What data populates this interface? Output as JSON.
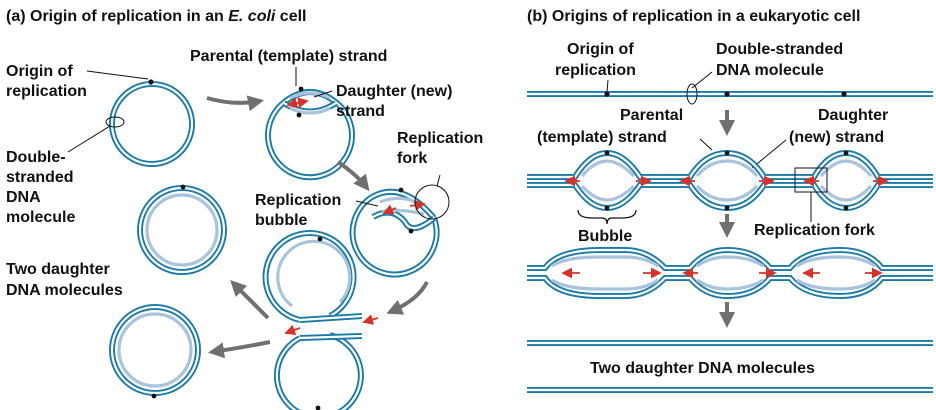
{
  "panel_a": {
    "title_prefix": "(a) Origin of replication in an ",
    "title_italic": "E. coli",
    "title_suffix": " cell",
    "labels": {
      "origin_line1": "Origin of",
      "origin_line2": "replication",
      "double_line1": "Double-",
      "double_line2": "stranded",
      "double_line3": "DNA",
      "double_line4": "molecule",
      "parental": "Parental (template) strand",
      "daughter_line1": "Daughter (new)",
      "daughter_line2": "strand",
      "fork_line1": "Replication",
      "fork_line2": "fork",
      "bubble_line1": "Replication",
      "bubble_line2": "bubble",
      "two_line1": "Two daughter",
      "two_line2": "DNA molecules"
    }
  },
  "panel_b": {
    "title": "(b) Origins of replication in a eukaryotic cell",
    "labels": {
      "origin_line1": "Origin of",
      "origin_line2": "replication",
      "double_line1": "Double-stranded",
      "double_line2": "DNA molecule",
      "parental_line1": "Parental",
      "parental_line2": "(template) strand",
      "daughter_line1": "Daughter",
      "daughter_line2": "(new) strand",
      "bubble": "Bubble",
      "fork": "Replication fork",
      "two": "Two daughter DNA molecules"
    }
  },
  "colors": {
    "dna_blue": "#1a7aa8",
    "daughter_light_blue": "#a9c3dc",
    "arrow_red": "#d6322a",
    "process_arrow_gray": "#707070"
  }
}
